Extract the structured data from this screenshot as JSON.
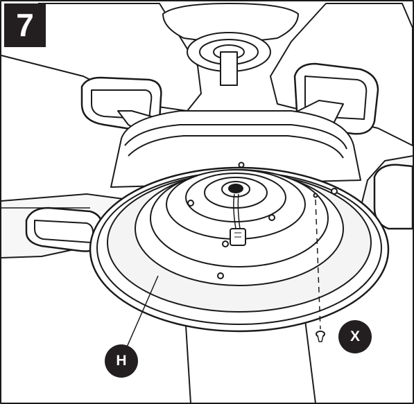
{
  "step": {
    "number": "7"
  },
  "callouts": {
    "h": {
      "label": "H"
    },
    "x": {
      "label": "X"
    }
  },
  "colors": {
    "ink": "#231f20",
    "outline": "#1a1a1a",
    "fill": "#ffffff",
    "shade": "#f2f2f2"
  },
  "icons": [
    "ceiling-fan-light-kit",
    "screw-icon",
    "wire-connector-icon"
  ]
}
